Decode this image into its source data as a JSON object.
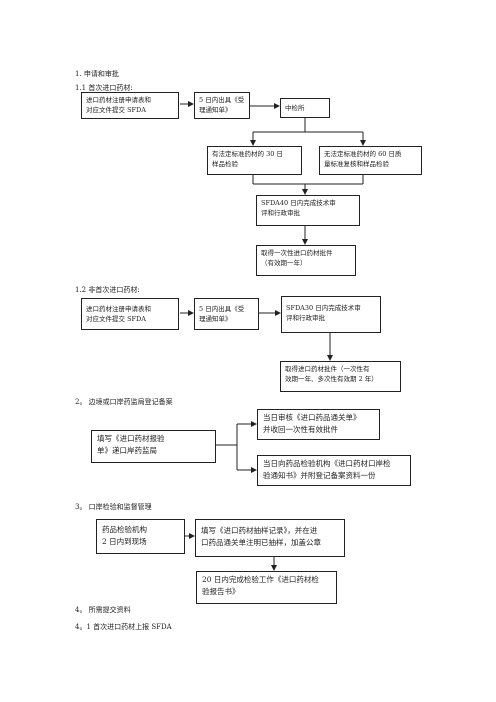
{
  "headings": {
    "s1": "1.  申请和审批",
    "s1_1": "1.1 首次进口药材:",
    "s1_2": "1.2 非首次进口药材:",
    "s2": "2。  边境或口岸药监局登记备案",
    "s3": "3。  口岸检验和监督管理",
    "s4": "4。  所需提交资料",
    "s4_1": "4。1  首次进口药材上报 SFDA"
  },
  "flow1": {
    "submit": [
      "进口药材注册申请表和",
      "对应文件提交 SFDA"
    ],
    "notice": [
      "5 日内出具《受",
      "理通知单》"
    ],
    "nicpbp": [
      "中检所"
    ],
    "with_standard": [
      "有法定标准药材的 30 日",
      "样品检验"
    ],
    "no_standard": [
      "无法定标准药材的 60 日质",
      "量标准复核和样品检验"
    ],
    "sfda_review": [
      "SFDA40  日内完成技术审",
      "评和行政审批"
    ],
    "approval": [
      "取得一次性进口药材批件",
      "（有效期一年）"
    ]
  },
  "flow2": {
    "submit": [
      "进口药材注册申请表和",
      "对应文件提交 SFDA"
    ],
    "notice": [
      "5 日内出具《受",
      "理通知单》"
    ],
    "sfda_review": [
      "SFDA30  日内完成技术审",
      "评和行政审批"
    ],
    "approval": [
      "取得进口药材批件（一次性有",
      "效期一年、多次性有效期 2 年）"
    ]
  },
  "flow3": {
    "fill_form": [
      "填写《进口药材报验",
      "单》递口岸药监局"
    ],
    "same_day": [
      "当日审核《进口药品通关单》",
      "并收回一次性有效批件"
    ],
    "notify": [
      "当日向药品检验机构《进口药材口岸检",
      "验通知书》并附登记备案资料一份"
    ]
  },
  "flow4": {
    "agency": [
      "药品检验机构",
      "2  日内到现场"
    ],
    "sampling": [
      "填写《进口药材抽样记录》，并在进",
      "口药品通关单注明已抽样，加盖公章"
    ],
    "report": [
      "20  日内完成检验工作《进口药材检",
      "验报告书》"
    ]
  }
}
